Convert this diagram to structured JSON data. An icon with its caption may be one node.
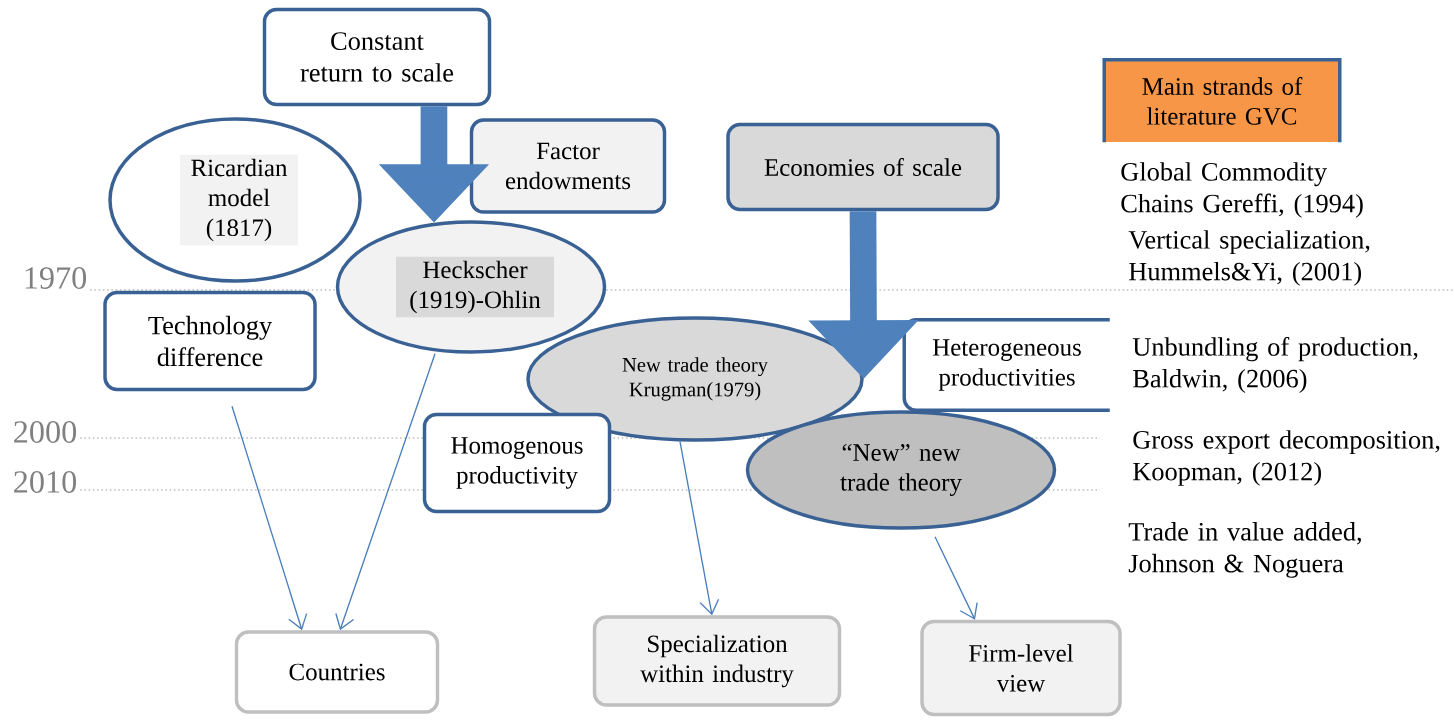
{
  "diagram": {
    "nodes": [
      {
        "text": [
          "Constant return to scale"
        ]
      },
      {
        "text": [
          "Ricardian model (1817)"
        ]
      },
      {
        "text": [
          "Factor endowments"
        ]
      },
      {
        "text": [
          "Heckscher (1919)-Ohlin"
        ]
      },
      {
        "text": [
          "Economies of scale"
        ]
      },
      {
        "text": [
          "Main strands of literature GVC"
        ]
      },
      {
        "text": [
          "Technology difference"
        ]
      },
      {
        "text": [
          "New trade theory Krugman(1979)"
        ]
      },
      {
        "text": [
          "Heterogeneous productivities"
        ]
      },
      {
        "text": [
          "Homogenous productivity"
        ]
      },
      {
        "text": [
          "“New” new trade theory"
        ]
      },
      {
        "text": [
          "Countries"
        ]
      },
      {
        "text": [
          "Specialization within industry"
        ]
      },
      {
        "text": [
          "Firm-level view"
        ]
      }
    ],
    "edges": [
      {
        "from": 0,
        "to": 3,
        "arrow": "to",
        "style": "thick",
        "color": "#4f81bd"
      },
      {
        "from": 4,
        "to": 7,
        "arrow": "to",
        "style": "thick",
        "color": "#4f81bd"
      },
      {
        "from": 6,
        "to": 11,
        "arrow": "to"
      },
      {
        "from": 3,
        "to": 11,
        "arrow": "to"
      },
      {
        "from": 7,
        "to": 12,
        "arrow": "to"
      },
      {
        "from": 10,
        "to": 13,
        "arrow": "to"
      }
    ],
    "labels": [
      "1970",
      "2000",
      "2010",
      "Global Commodity Chains Gereffi, (1994)",
      "Vertical specialization, Hummels&Yi, (2001)",
      "Unbundling of production, Baldwin, (2006)",
      "Gross export decomposition, Koopman, (2012)",
      "Trade in value added, Johnson & Noguera"
    ]
  }
}
